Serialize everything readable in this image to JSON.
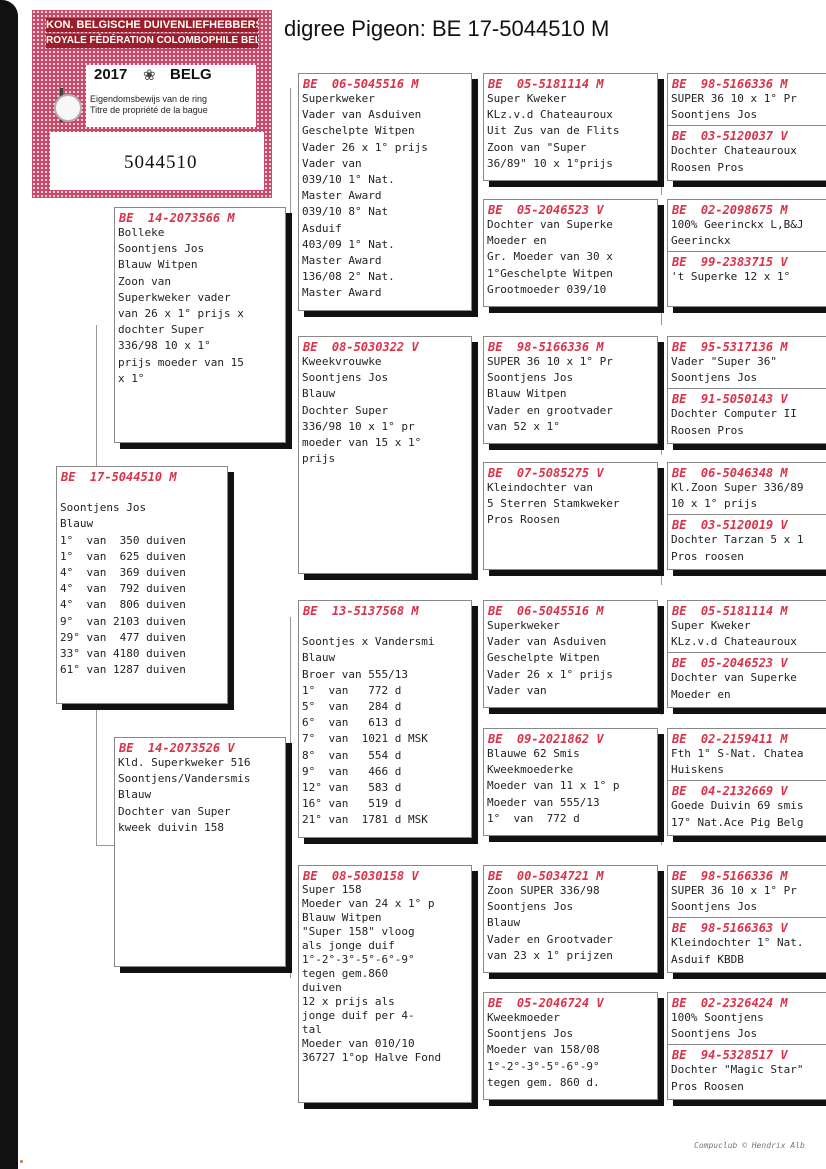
{
  "title": "digree Pigeon: BE  17-5044510 M",
  "ring_card": {
    "banner_line1": "KON. BELGISCHE DUIVENLIEFHEBBERSBOND",
    "banner_line2": "ROYALE FÉDÉRATION COLOMBOPHILE BELGE",
    "year": "2017",
    "emblem_icon": "crest-icon",
    "country": "BELG",
    "subtitle_nl": "Eigendomsbewijs van de ring",
    "subtitle_fr": "Titre de propriété de la bague",
    "ring_number": "5044510"
  },
  "credit": "Compuclub © Hendrix Alb",
  "boxes": {
    "subject": {
      "header": "BE  17-5044510 M",
      "lines": [
        "",
        "Soontjens Jos",
        "Blauw",
        "1°  van  350 duiven",
        "1°  van  625 duiven",
        "4°  van  369 duiven",
        "4°  van  792 duiven",
        "4°  van  806 duiven",
        "9°  van 2103 duiven",
        "29° van  477 duiven",
        "33° van 4180 duiven",
        "61° van 1287 duiven"
      ]
    },
    "father": {
      "header": "BE  14-2073566 M",
      "lines": [
        "Bolleke",
        "Soontjens Jos",
        "Blauw Witpen",
        "Zoon van",
        "Superkweker vader",
        "van 26 x 1° prijs x",
        "dochter Super",
        "336/98 10 x 1°",
        "prijs moeder van 15",
        "x 1°"
      ]
    },
    "mother": {
      "header": "BE  14-2073526 V",
      "lines": [
        "Kld. Superkweker 516",
        "Soontjens/Vandersmis",
        "Blauw",
        "Dochter van Super",
        "kweek duivin 158"
      ]
    },
    "ff": {
      "header": "BE  06-5045516 M",
      "lines": [
        "Superkweker",
        "Vader van Asduiven",
        "Geschelpte Witpen",
        "Vader 26 x 1° prijs",
        "Vader van",
        "039/10 1° Nat.",
        "Master Award",
        "039/10 8° Nat",
        "Asduif",
        "403/09 1° Nat.",
        "Master Award",
        "136/08 2° Nat.",
        "Master Award"
      ]
    },
    "fm": {
      "header": "BE  08-5030322 V",
      "lines": [
        "Kweekvrouwke",
        "Soontjens Jos",
        "Blauw",
        "Dochter Super",
        "336/98 10 x 1° pr",
        "moeder van 15 x 1°",
        "prijs"
      ]
    },
    "mf": {
      "header": "BE  13-5137568 M",
      "lines": [
        "",
        "Soontjes x Vandersmi",
        "Blauw",
        "Broer van 555/13",
        "1°  van   772 d",
        "5°  van   284 d",
        "6°  van   613 d",
        "7°  van  1021 d MSK",
        "8°  van   554 d",
        "9°  van   466 d",
        "12° van   583 d",
        "16° van   519 d",
        "21° van  1781 d MSK"
      ]
    },
    "mm": {
      "header": "BE  08-5030158 V",
      "lines": [
        "Super 158",
        "Moeder van 24 x 1° p",
        "Blauw Witpen",
        "\"Super 158\" vloog",
        "als jonge duif",
        "1°-2°-3°-5°-6°-9°",
        "tegen gem.860",
        "duiven",
        "12 x prijs als",
        "jonge duif per 4-",
        "tal",
        "Moeder van 010/10",
        "36727 1°op Halve Fond"
      ]
    },
    "fff": {
      "header": "BE  05-5181114 M",
      "lines": [
        "Super Kweker",
        "KLz.v.d Chateauroux",
        "Uit Zus van de Flits",
        "Zoon van \"Super",
        "36/89\" 10 x 1°prijs"
      ]
    },
    "ffm": {
      "header": "BE  05-2046523 V",
      "lines": [
        "Dochter van Superke",
        "Moeder en",
        "Gr. Moeder van 30 x",
        "1°Geschelpte Witpen",
        "Grootmoeder 039/10"
      ]
    },
    "fmf": {
      "header": "BE  98-5166336 M",
      "lines": [
        "SUPER 36 10 x 1° Pr",
        "Soontjens Jos",
        "Blauw Witpen",
        "Vader en grootvader",
        "van 52 x 1°"
      ]
    },
    "fmm": {
      "header": "BE  07-5085275 V",
      "lines": [
        "Kleindochter van",
        "5 Sterren Stamkweker",
        "Pros Roosen"
      ]
    },
    "mff": {
      "header": "BE  06-5045516 M",
      "lines": [
        "Superkweker",
        "Vader van Asduiven",
        "Geschelpte Witpen",
        "Vader 26 x 1° prijs",
        "Vader van"
      ]
    },
    "mfm": {
      "header": "BE  09-2021862 V",
      "lines": [
        "Blauwe 62 Smis",
        "Kweekmoederke",
        "Moeder van 11 x 1° p",
        "Moeder van 555/13",
        "1°  van  772 d"
      ]
    },
    "mmf": {
      "header": "BE  00-5034721 M",
      "lines": [
        "Zoon SUPER 336/98",
        "Soontjens Jos",
        "Blauw",
        "Vader en Grootvader",
        "van 23 x 1° prijzen"
      ]
    },
    "mmm": {
      "header": "BE  05-2046724 V",
      "lines": [
        "Kweekmoeder",
        "Soontjens Jos",
        "Moeder van 158/08",
        "1°-2°-3°-5°-6°-9°",
        "tegen gem. 860 d."
      ]
    },
    "g1": {
      "header_a": "BE  98-5166336 M",
      "lines_a": [
        "SUPER 36 10 x 1° Pr",
        "Soontjens Jos"
      ],
      "header_b": "BE  03-5120037 V",
      "lines_b": [
        "Dochter Chateauroux",
        "Roosen Pros"
      ]
    },
    "g2": {
      "header_a": "BE  02-2098675 M",
      "lines_a": [
        "100% Geerinckx L,B&J",
        "Geerinckx"
      ],
      "header_b": "BE  99-2383715 V",
      "lines_b": [
        "'t Superke 12 x 1°"
      ]
    },
    "g3": {
      "header_a": "BE  95-5317136 M",
      "lines_a": [
        "Vader \"Super 36\"",
        "Soontjens Jos"
      ],
      "header_b": "BE  91-5050143 V",
      "lines_b": [
        "Dochter Computer II",
        "Roosen Pros"
      ]
    },
    "g4": {
      "header_a": "BE  06-5046348 M",
      "lines_a": [
        "Kl.Zoon Super 336/89",
        "10 x 1° prijs"
      ],
      "header_b": "BE  03-5120019 V",
      "lines_b": [
        "Dochter Tarzan 5 x 1",
        "Pros roosen"
      ]
    },
    "g5": {
      "header_a": "BE  05-5181114 M",
      "lines_a": [
        "Super Kweker",
        "KLz.v.d Chateauroux"
      ],
      "header_b": "BE  05-2046523 V",
      "lines_b": [
        "Dochter van Superke",
        "Moeder en"
      ]
    },
    "g6": {
      "header_a": "BE  02-2159411 M",
      "lines_a": [
        "Fth 1° S-Nat. Chatea",
        "Huiskens"
      ],
      "header_b": "BE  04-2132669 V",
      "lines_b": [
        "Goede Duivin 69 smis",
        "17° Nat.Ace Pig Belg"
      ]
    },
    "g7": {
      "header_a": "BE  98-5166336 M",
      "lines_a": [
        "SUPER 36 10 x 1° Pr",
        "Soontjens Jos"
      ],
      "header_b": "BE  98-5166363 V",
      "lines_b": [
        "Kleindochter 1° Nat.",
        "Asduif KBDB"
      ]
    },
    "g8": {
      "header_a": "BE  02-2326424 M",
      "lines_a": [
        "100% Soontjens",
        "Soontjens Jos"
      ],
      "header_b": "BE  94-5328517 V",
      "lines_b": [
        "Dochter \"Magic Star\"",
        "Pros Roosen"
      ]
    }
  }
}
